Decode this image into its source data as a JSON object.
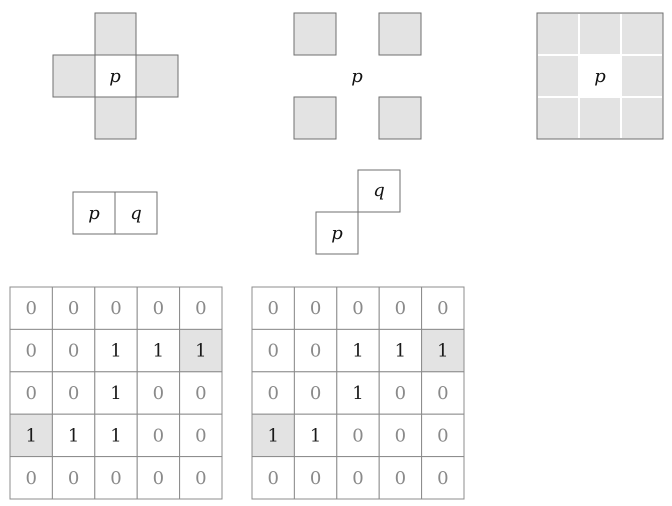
{
  "neighborhoods": [
    {
      "name": "4-neighborhood",
      "center_label": "p"
    },
    {
      "name": "diagonal-neighborhood",
      "center_label": "p"
    },
    {
      "name": "8-neighborhood",
      "center_label": "p"
    }
  ],
  "adjacency": [
    {
      "name": "horizontal-adjacency",
      "labels": [
        "p",
        "q"
      ]
    },
    {
      "name": "diagonal-adjacency",
      "labels": [
        "p",
        "q"
      ]
    }
  ],
  "grids": [
    {
      "name": "grid-left",
      "values": [
        [
          "0",
          "0",
          "0",
          "0",
          "0"
        ],
        [
          "0",
          "0",
          "1",
          "1",
          "1"
        ],
        [
          "0",
          "0",
          "1",
          "0",
          "0"
        ],
        [
          "1",
          "1",
          "1",
          "0",
          "0"
        ],
        [
          "0",
          "0",
          "0",
          "0",
          "0"
        ]
      ],
      "highlighted": [
        [
          1,
          4
        ],
        [
          3,
          0
        ]
      ]
    },
    {
      "name": "grid-right",
      "values": [
        [
          "0",
          "0",
          "0",
          "0",
          "0"
        ],
        [
          "0",
          "0",
          "1",
          "1",
          "1"
        ],
        [
          "0",
          "0",
          "1",
          "0",
          "0"
        ],
        [
          "1",
          "1",
          "0",
          "0",
          "0"
        ],
        [
          "0",
          "0",
          "0",
          "0",
          "0"
        ]
      ],
      "highlighted": [
        [
          1,
          4
        ],
        [
          3,
          0
        ]
      ]
    }
  ],
  "colors": {
    "shade": "#e3e3e3",
    "border": "#6f6f6f",
    "grid_border": "#8c8c8c",
    "white_line": "#ffffff",
    "one_text": "#1a1a1a",
    "zero_text": "#8a8a8a"
  }
}
